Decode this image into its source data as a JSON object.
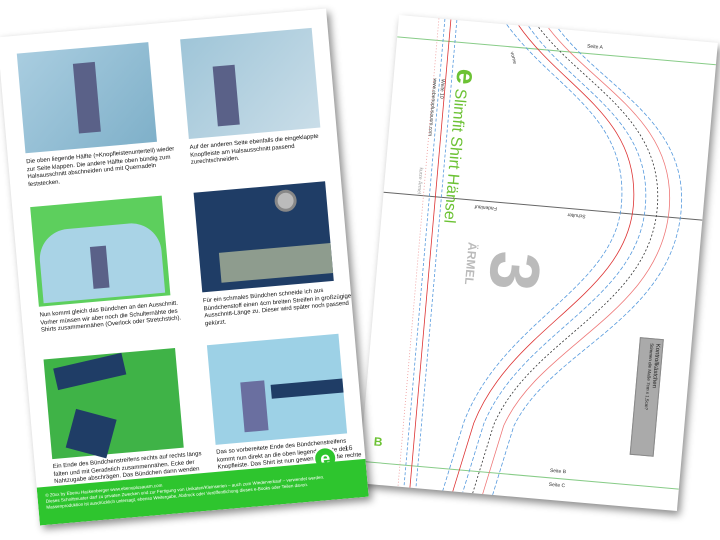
{
  "instruction_page": {
    "steps": [
      {
        "caption": "Die oben liegende Hälfte (=Knopfleistenunterteil) wieder zur Seite klappen. Die andere Hälfte oben bündig zum Halsausschnitt abschneiden und mit Quernadeln feststecken.",
        "photo": "shirt-with-placket"
      },
      {
        "caption": "Auf der anderen Seite ebenfalls die eingeklappte Knopfleiste am Halsausschnitt passend zurechtschneiden.",
        "photo": "placket-trimmed"
      },
      {
        "caption": "Nun kommt gleich das Bündchen an den Ausschnitt. Vorher müssen wir aber noch die Schulternähte des Shirts zusammennähen (Overlock oder Stretchstich).",
        "photo": "shirt-front"
      },
      {
        "caption": "Für ein schmales Bündchen schneide ich aus Bündchenstoff einen 4cm breiten Streifen in großzügiger Ausschnitt-Länge zu. Dieser wird später noch passend gekürzt.",
        "photo": "rotary-cutter-fabric"
      },
      {
        "caption": "Ein Ende des Bündchenstreifens rechts auf rechts längs falten und mit Geradstich zusammennähen. Ecke der Nahtzugabe abschrägen. Das Bündchen dann wenden und bügeln.",
        "photo": "folded-binding"
      },
      {
        "caption": "Das so vorbereitete Ende des Bündchenstreifens kommt nun direkt an die oben liegende Kante der Knopfleiste. Das Shirt ist nun gewendet und die rechte Stoffseite ist außen.",
        "photo": "binding-on-placket"
      }
    ],
    "page_number": "16",
    "footer": [
      "© 20xx by Ebenu Hackenberger www.ebenuplusausm.com",
      "Dieses Schnittmuster darf zu privaten Zwecken und zur Fertigung von Unikaten/Kleinserien – auch zum Wiederverkauf – verwendet werden.",
      "Massenproduktion ist ausdrücklich untersagt, ebenso Weitergabe, Abdruck oder Veröffentlichung dieses e-Books oder Teilen davon."
    ],
    "colors": {
      "brand_green": "#2ec52e"
    }
  },
  "pattern_page": {
    "side_a": "Seite A",
    "side_b": "Seite B",
    "side_c": "Seite C",
    "brand": "Slimfit Shirt Hänsel",
    "size": "Weite 10",
    "url": "www.ebenuplusausm.com",
    "front": "vorne",
    "short_sleeve": "kurze Ärmel",
    "grain": "Fadenlauf",
    "shoulder": "Schulter",
    "piece_number": "3",
    "piece_name": "ÄRMEL",
    "corner_letter": "B",
    "control_title": "Kontrollkästchen",
    "control_text": "Stimmen die Maße 7cm x 1,5cm?"
  }
}
